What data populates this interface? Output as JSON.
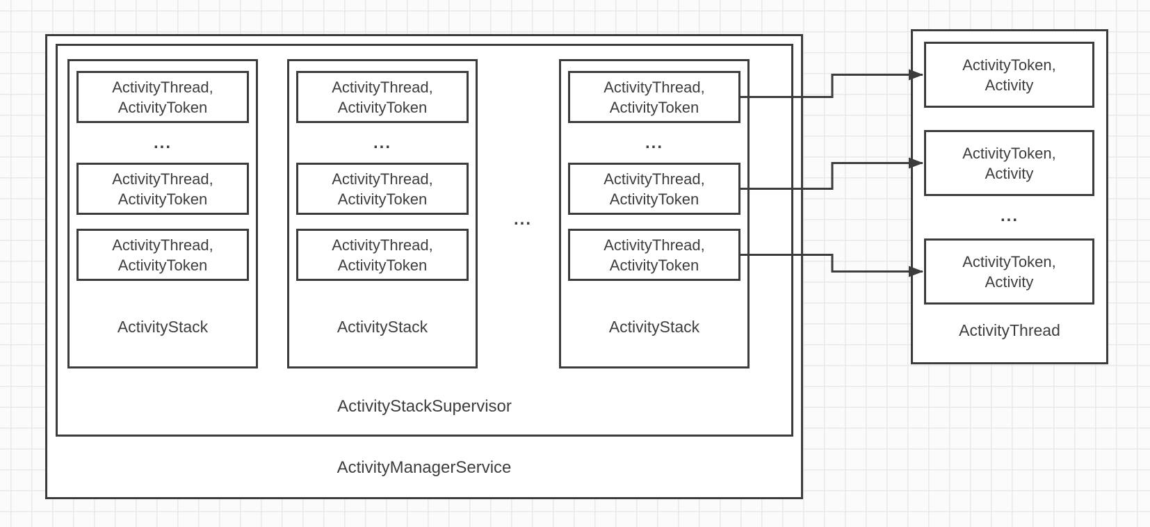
{
  "colors": {
    "background": "#fbfbfb",
    "grid_line": "#e9e9e9",
    "box_border": "#3c3c3c",
    "box_fill": "#ffffff",
    "text": "#3d3d3d"
  },
  "ams": {
    "label": "ActivityManagerService"
  },
  "supervisor": {
    "label": "ActivityStackSupervisor"
  },
  "between_stacks_ellipsis": "...",
  "stacks": [
    {
      "label": "ActivityStack",
      "ellipsis": "...",
      "items": [
        {
          "line1": "ActivityThread、",
          "line2": "ActivityToken"
        },
        {
          "line1": "ActivityThread、",
          "line2": "ActivityToken"
        },
        {
          "line1": "ActivityThread、",
          "line2": "ActivityToken"
        }
      ]
    },
    {
      "label": "ActivityStack",
      "ellipsis": "...",
      "items": [
        {
          "line1": "ActivityThread、",
          "line2": "ActivityToken"
        },
        {
          "line1": "ActivityThread、",
          "line2": "ActivityToken"
        },
        {
          "line1": "ActivityThread、",
          "line2": "ActivityToken"
        }
      ]
    },
    {
      "label": "ActivityStack",
      "ellipsis": "...",
      "items": [
        {
          "line1": "ActivityThread、",
          "line2": "ActivityToken"
        },
        {
          "line1": "ActivityThread、",
          "line2": "ActivityToken"
        },
        {
          "line1": "ActivityThread、",
          "line2": "ActivityToken"
        }
      ]
    }
  ],
  "thread": {
    "label": "ActivityThread",
    "ellipsis": "...",
    "items": [
      {
        "line1": "ActivityToken、",
        "line2": "Activity"
      },
      {
        "line1": "ActivityToken、",
        "line2": "Activity"
      },
      {
        "line1": "ActivityToken、",
        "line2": "Activity"
      }
    ]
  }
}
